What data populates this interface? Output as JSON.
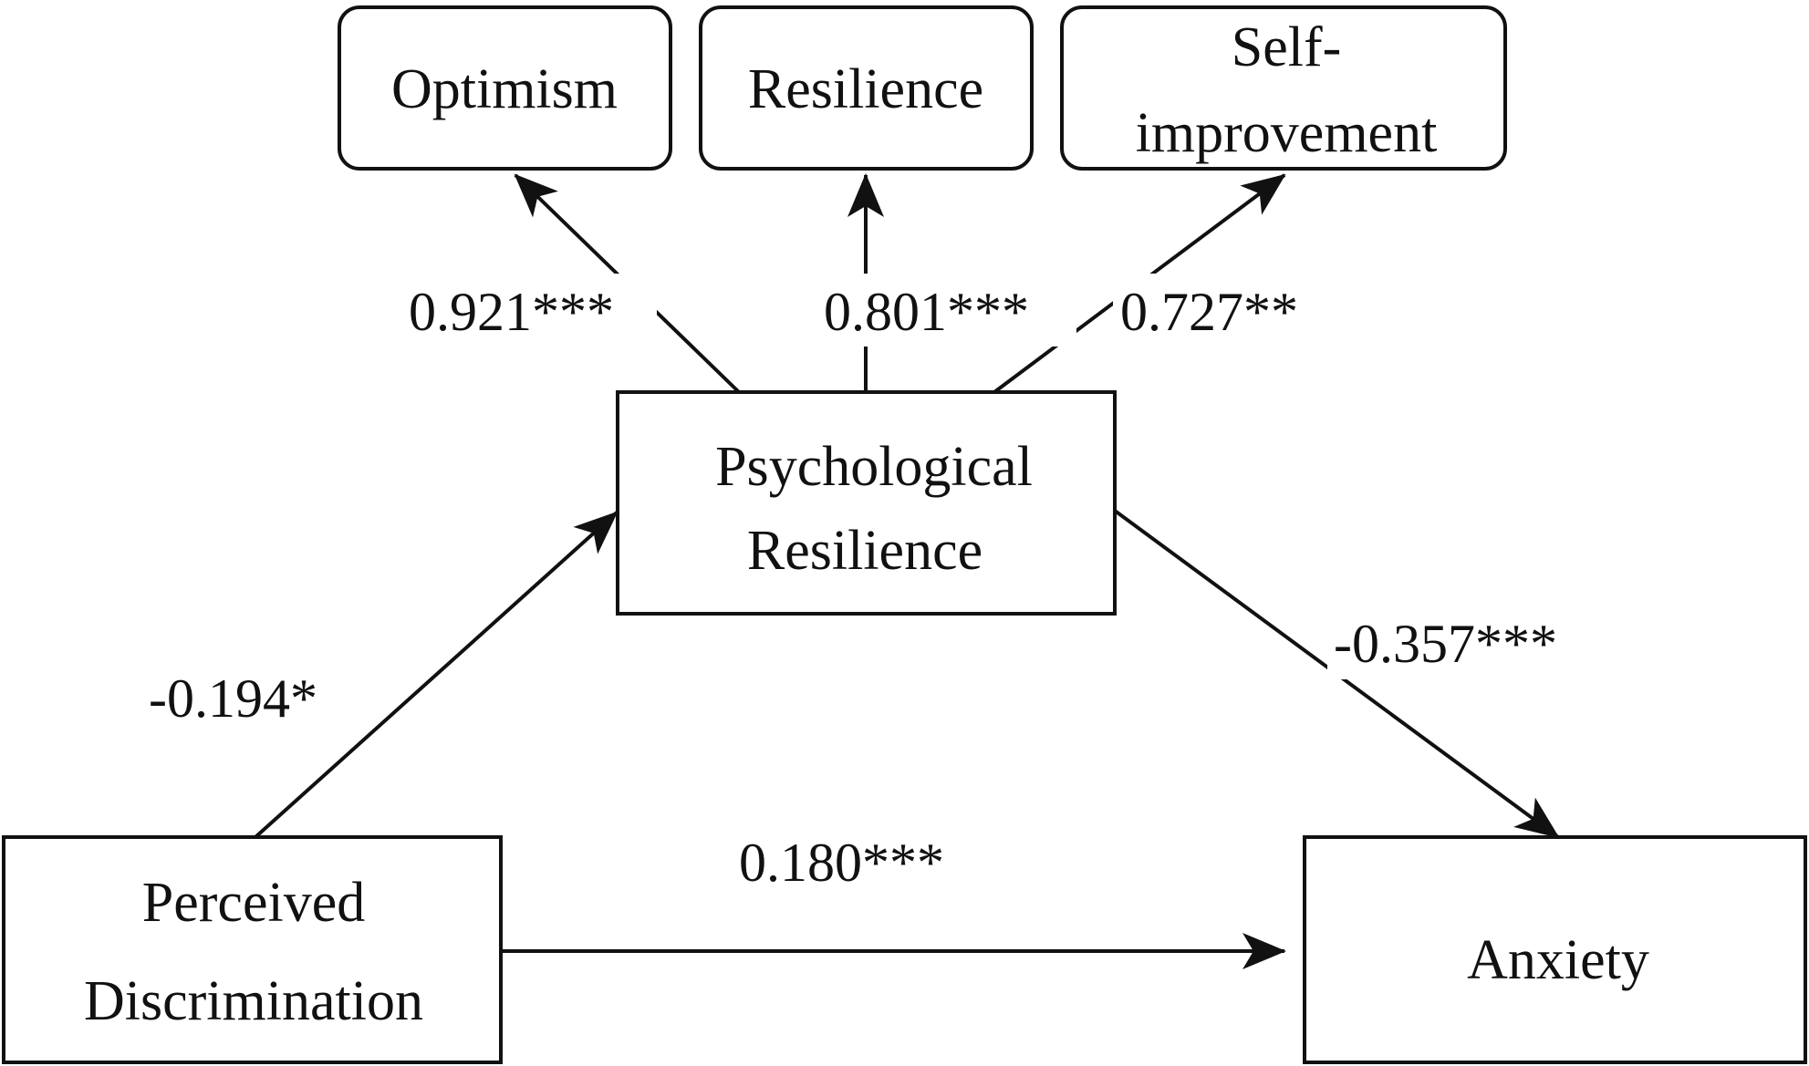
{
  "nodes": {
    "optimism": [
      "Optimism"
    ],
    "resilience": [
      "Resilience"
    ],
    "self_improvement": [
      "Self-",
      "improvement"
    ],
    "psychological_resilience": [
      "Psychological",
      "Resilience"
    ],
    "perceived_discrimination": [
      "Perceived",
      "Discrimination"
    ],
    "anxiety": [
      "Anxiety"
    ]
  },
  "coefficients": {
    "optimism_loading": "0.921***",
    "resilience_loading": "0.801***",
    "self_improvement_loading": "0.727**",
    "pd_to_pr": "-0.194*",
    "pr_to_anxiety": "-0.357***",
    "pd_to_anxiety": "0.180***"
  },
  "colors": {
    "stroke": "#111111",
    "text": "#111111",
    "background": "#ffffff"
  }
}
